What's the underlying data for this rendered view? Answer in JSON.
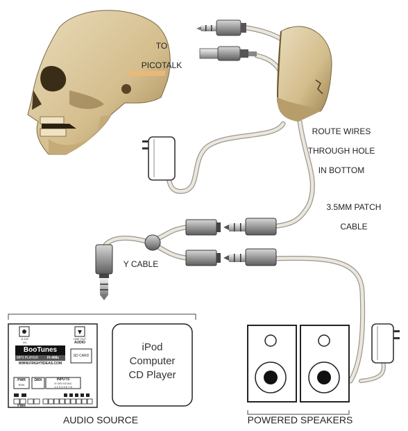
{
  "labels": {
    "to_picotalk_1": "TO",
    "to_picotalk_2": "PICOTALK",
    "route_1": "ROUTE WIRES",
    "route_2": "THROUGH HOLE",
    "route_3": "IN BOTTOM",
    "patch_1": "3.5MM PATCH",
    "patch_2": "CABLE",
    "y_cable": "Y CABLE",
    "audio_source": "AUDIO SOURCE",
    "powered_speakers": "POWERED SPEAKERS"
  },
  "source_box": {
    "line1": "iPod",
    "line2": "Computer",
    "line3": "CD Player"
  },
  "boo": {
    "brand": "BooTunes",
    "sub": "MP3 PLAYER",
    "model": "FI-408c",
    "url": "WWW.FRIGHTIDEAS.COM",
    "sd": "SD CARD",
    "pwr": "PWR",
    "dmx": "DMX",
    "inputs": "INPUTS",
    "inputs_sub": "5~24V DC/AC",
    "audio": "AUDIO",
    "line_out": "LINE OUT",
    "power_in": "6-12V DC",
    "run": "RUN",
    "pwr_bottom": "PWR",
    "nums": "1 2 3 4 5 6 7 8"
  },
  "colors": {
    "bone": "#d8c49a",
    "bone_shade": "#b89e6c",
    "cable": "#e8e4dc",
    "cable_edge": "#9a968e",
    "plug_metal": "#c9c9c9",
    "plug_body": "#8a8a8a",
    "wood": "#e8b97a",
    "speaker_cone": "#111111"
  }
}
